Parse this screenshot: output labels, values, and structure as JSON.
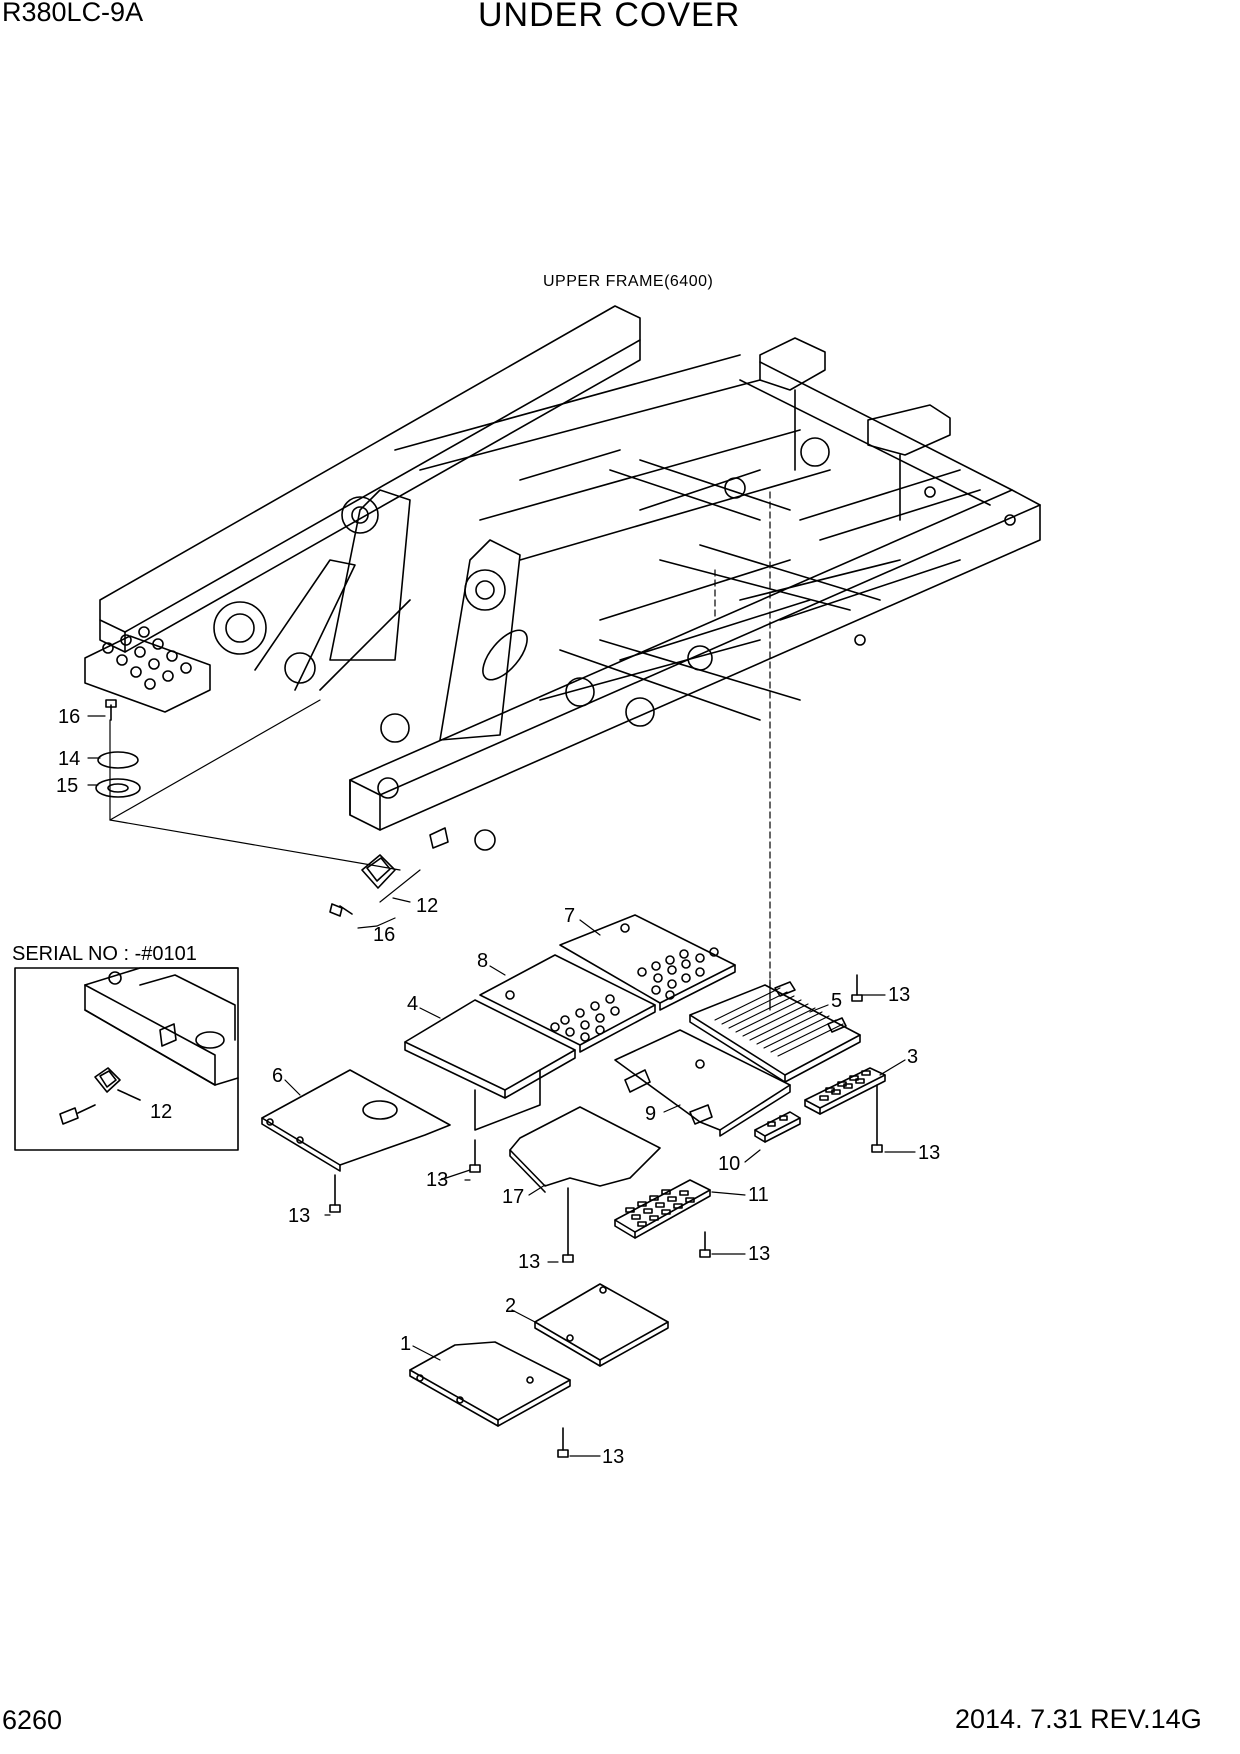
{
  "header": {
    "model": "R380LC-9A",
    "title": "UNDER COVER"
  },
  "footer": {
    "page_number": "6260",
    "revision": "2014. 7.31  REV.14G"
  },
  "diagram": {
    "reference_label": "UPPER FRAME(6400)",
    "inset_label": "SERIAL NO : -#0101",
    "callouts": {
      "c1": "1",
      "c2": "2",
      "c3": "3",
      "c4": "4",
      "c5": "5",
      "c6": "6",
      "c7": "7",
      "c8": "8",
      "c9": "9",
      "c10": "10",
      "c11": "11",
      "c12a": "12",
      "c12b": "12",
      "c13a": "13",
      "c13b": "13",
      "c13c": "13",
      "c13d": "13",
      "c13e": "13",
      "c13f": "13",
      "c13g": "13",
      "c14": "14",
      "c15": "15",
      "c16a": "16",
      "c16b": "16",
      "c17": "17"
    }
  }
}
